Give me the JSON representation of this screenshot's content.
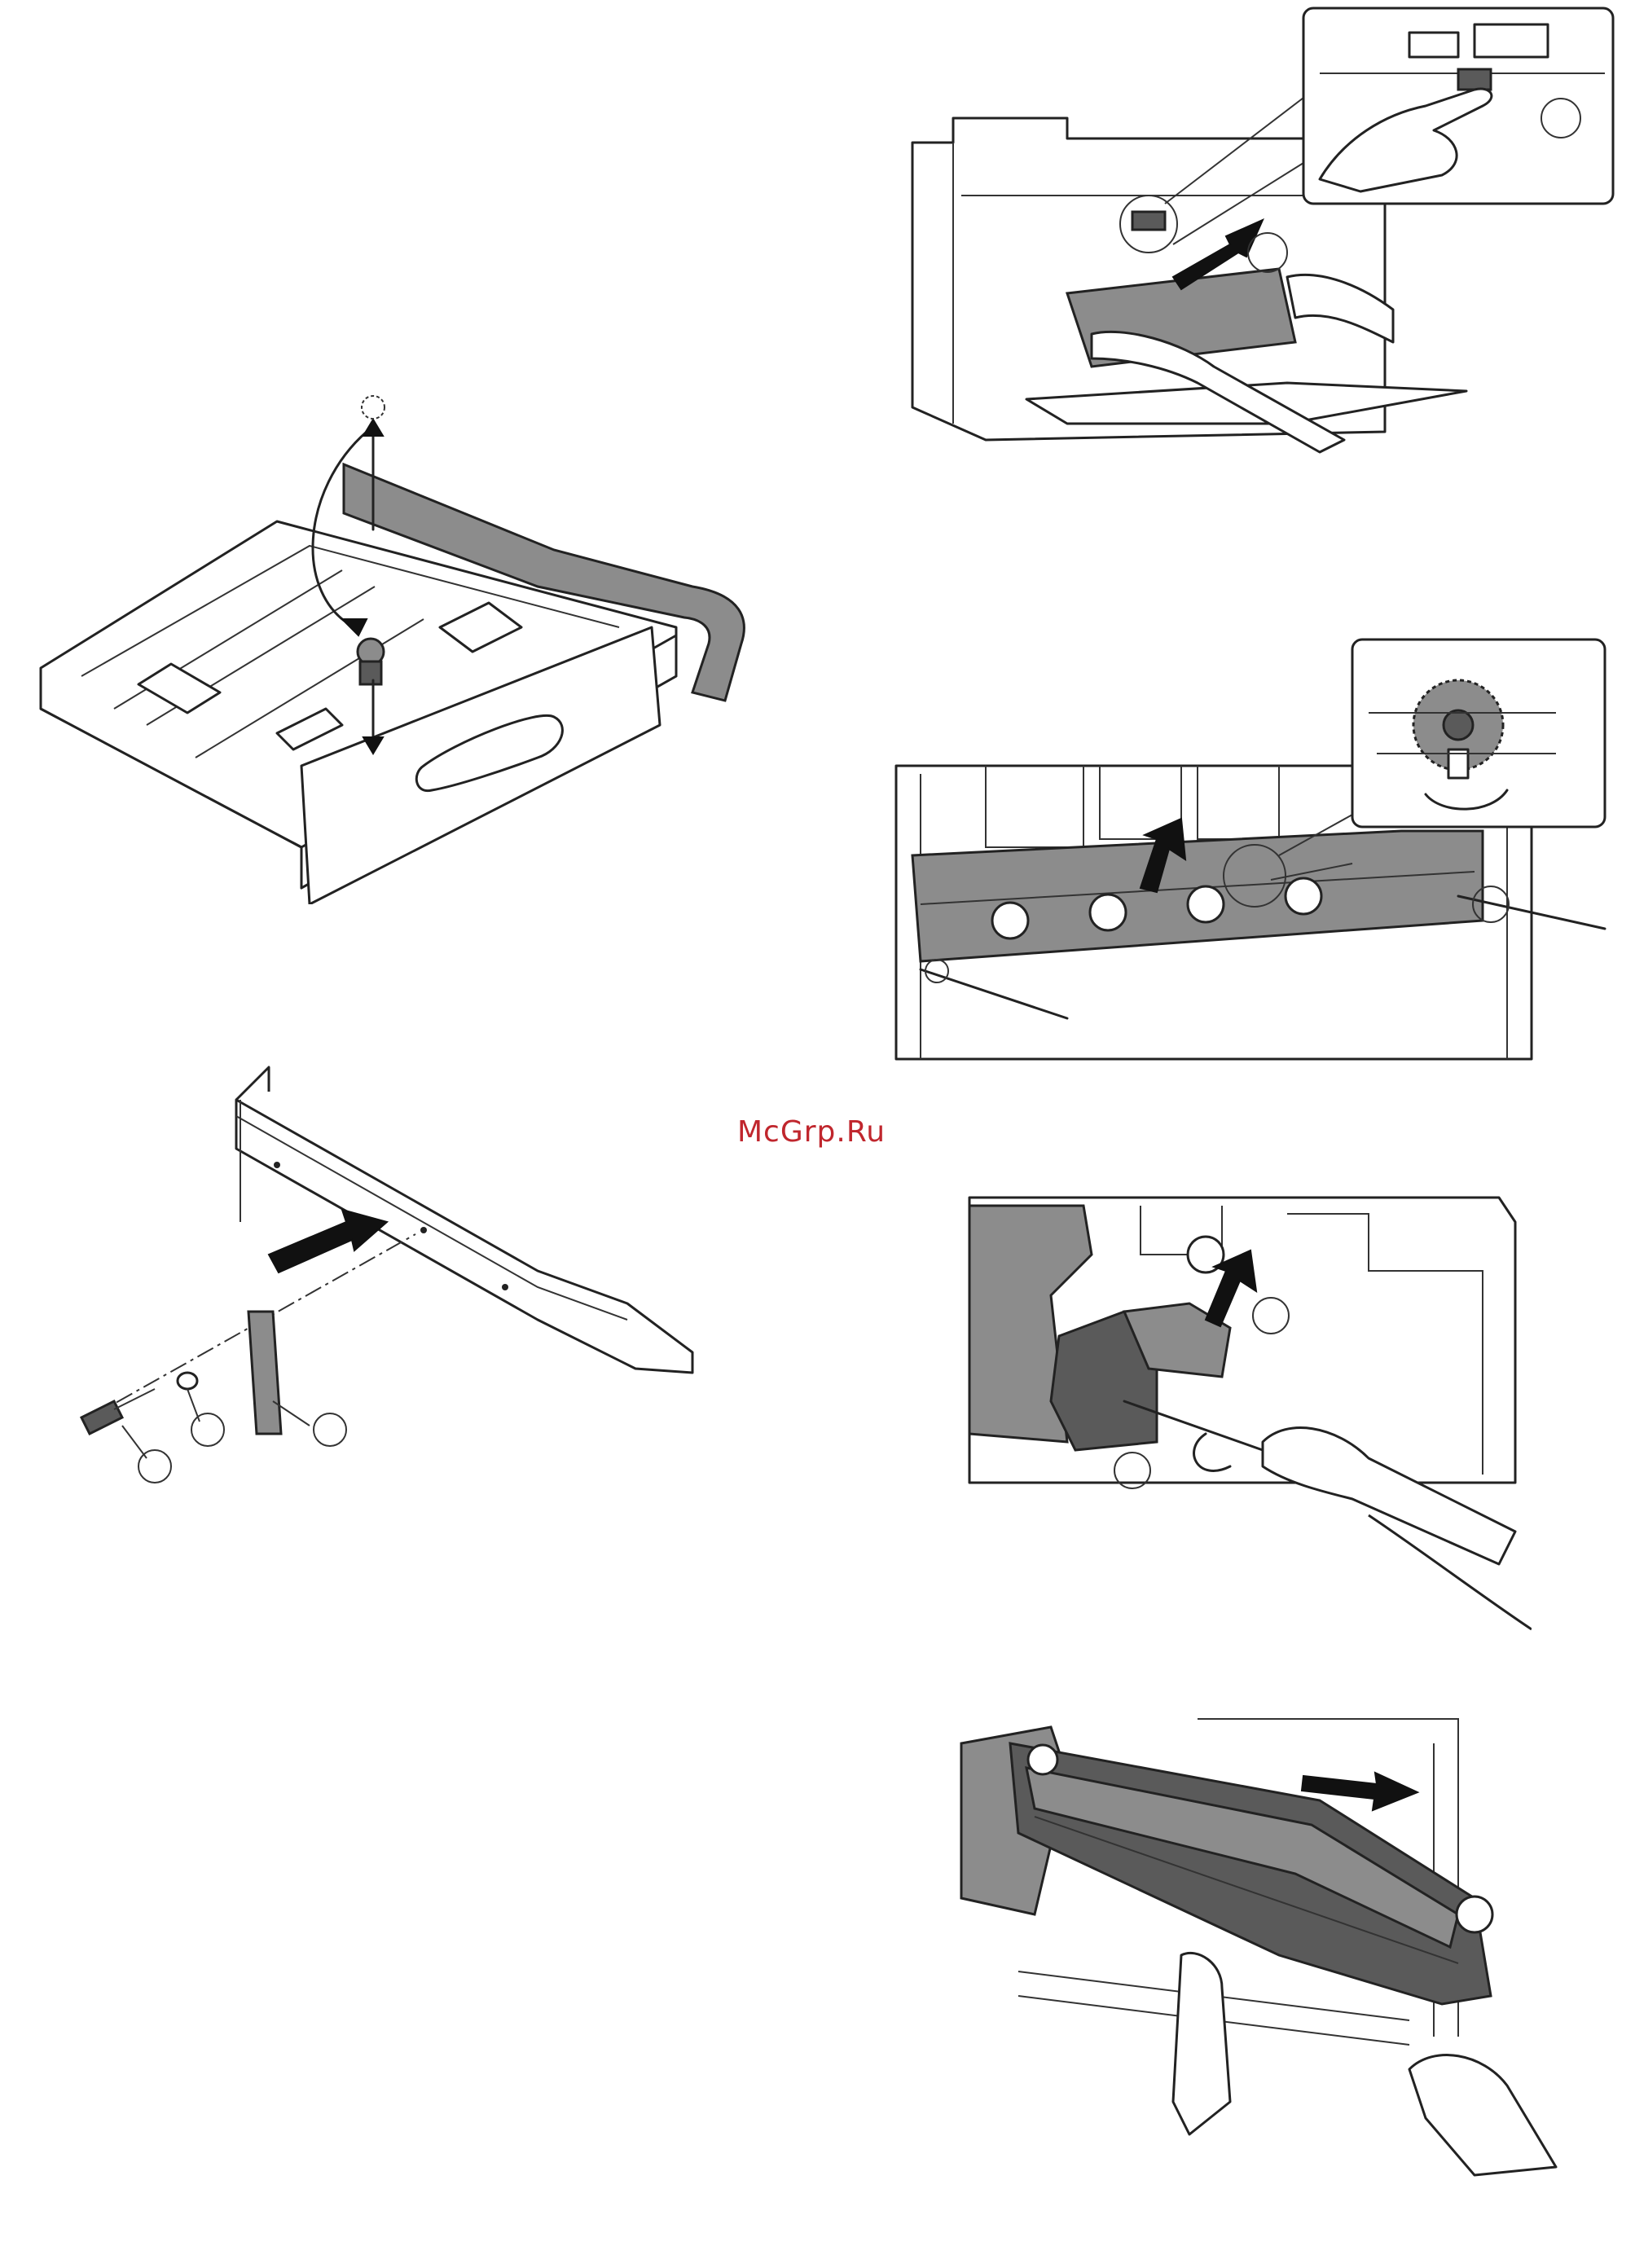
{
  "watermark": {
    "text": "McGrp.Ru",
    "color": "#c0262d"
  },
  "figures": [
    {
      "id": "paper-tray"
    },
    {
      "id": "front-cover-removal"
    },
    {
      "id": "side-rail-bracket"
    },
    {
      "id": "process-unit-screws"
    },
    {
      "id": "lever-release"
    },
    {
      "id": "drum-unit-extraction"
    }
  ],
  "colors": {
    "line": "#222222",
    "shading": "#8c8c8c",
    "dark_shading": "#5a5a5a"
  }
}
